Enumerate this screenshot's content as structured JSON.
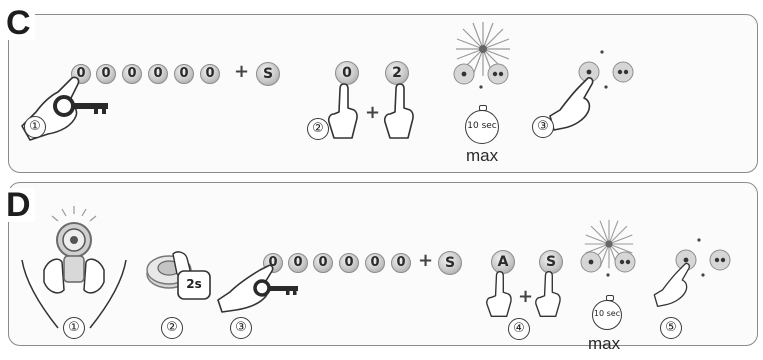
{
  "panel_c": {
    "letter": "C",
    "code_digits": [
      "0",
      "0",
      "0",
      "0",
      "0",
      "0"
    ],
    "plus": "+",
    "save_key": "S",
    "key_a": "0",
    "key_b": "2",
    "timer_text": "10 sec",
    "max_label": "max",
    "steps": [
      "①",
      "②",
      "③"
    ]
  },
  "panel_d": {
    "letter": "D",
    "press_duration": "2s",
    "code_digits": [
      "0",
      "0",
      "0",
      "0",
      "0",
      "0"
    ],
    "plus": "+",
    "save_key": "S",
    "key_a": "A",
    "key_b": "S",
    "timer_text": "10 sec",
    "max_label": "max",
    "steps": [
      "①",
      "②",
      "③",
      "④",
      "⑤"
    ]
  },
  "colors": {
    "panel_border": "#8a8a8a",
    "key_fill": "#c8c8c8",
    "line": "#3a3a3a",
    "flash": "#9a9a9a"
  },
  "icons": [
    "hand-pointer-icon",
    "key-icon",
    "stopwatch-icon",
    "flash-burst-icon",
    "led-indicator-icon",
    "lock-cylinder-icon",
    "remote-fob-icon",
    "hands-holding-icon"
  ]
}
